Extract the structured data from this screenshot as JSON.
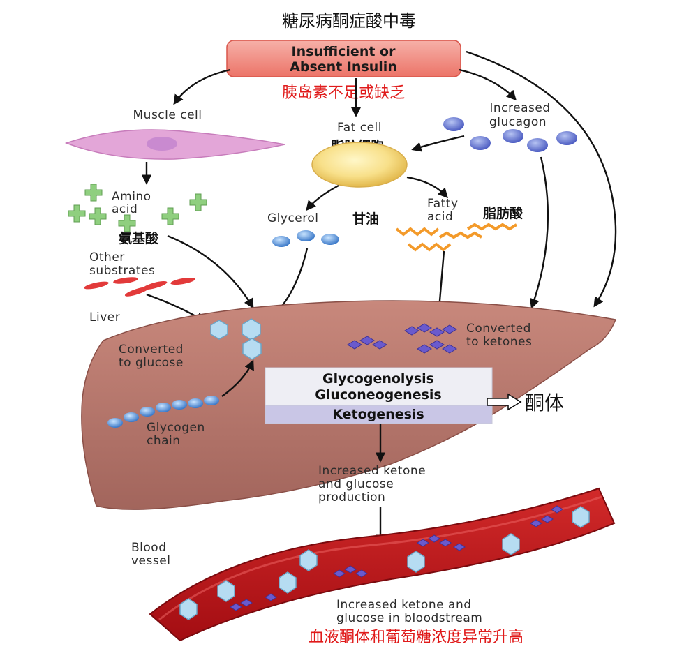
{
  "title": "糖尿病酮症酸中毒",
  "insulin": {
    "line1": "Insufficient or",
    "line2": "Absent Insulin",
    "zh": "胰岛素不足或缺乏"
  },
  "muscle_cell": "Muscle cell",
  "fat_cell": {
    "line1": "Fat cell",
    "zh": "脂肪细胞"
  },
  "glucagon": {
    "line1": "Increased",
    "line2": "glucagon"
  },
  "amino_acid": {
    "line1": "Amino",
    "line2": "acid",
    "zh": "氨基酸"
  },
  "glycerol": {
    "en": "Glycerol",
    "zh": "甘油"
  },
  "fatty_acid": {
    "line1": "Fatty",
    "line2": "acid",
    "zh": "脂肪酸"
  },
  "other_substrates": {
    "line1": "Other",
    "line2": "substrates"
  },
  "liver": "Liver",
  "converted_glucose": {
    "line1": "Converted",
    "line2": "to glucose"
  },
  "converted_ketones": {
    "line1": "Converted",
    "line2": "to ketones"
  },
  "process_box": {
    "line1": "Glycogenolysis",
    "line2": "Gluconeogenesis",
    "line3": "Ketogenesis",
    "zh": "酮体"
  },
  "glycogen_chain": {
    "line1": "Glycogen",
    "line2": "chain"
  },
  "increased_production": {
    "line1": "Increased ketone",
    "line2": "and glucose",
    "line3": "production"
  },
  "blood_vessel": {
    "line1": "Blood",
    "line2": "vessel"
  },
  "bloodstream": {
    "line1": "Increased ketone and",
    "line2": "glucose in bloodstream",
    "zh": "血液酮体和葡萄糖浓度异常升高"
  },
  "colors": {
    "liver": "#b5746a",
    "vessel": "#c0151b",
    "insulin_box": "#f08a80",
    "process_box": "#e6e6ef",
    "red_text": "#e01a1a"
  }
}
